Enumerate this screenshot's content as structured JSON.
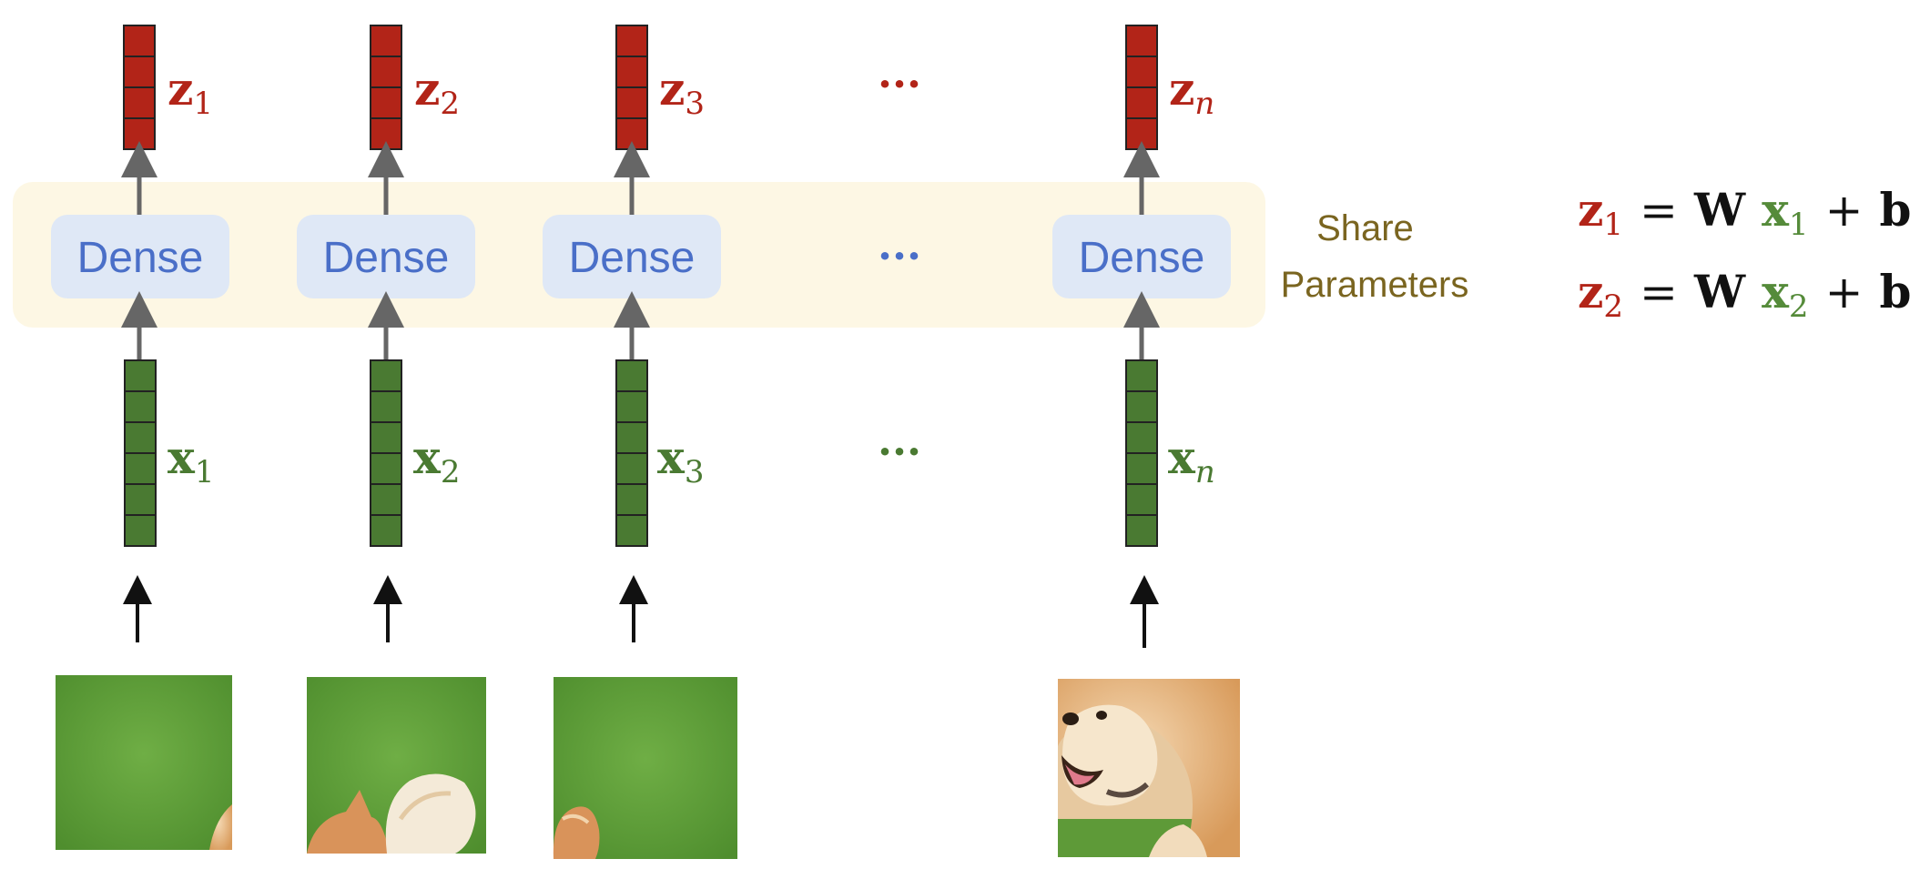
{
  "colors": {
    "red": "#b22418",
    "green": "#4a7a32",
    "green_text": "#558b3a",
    "dense_fill": "#dfe8f6",
    "dense_text": "#4a6fc8",
    "band": "#fdf7e4",
    "arrow_gray": "#666666",
    "share_text": "#7a6520",
    "black": "#111111"
  },
  "columns": [
    {
      "z": {
        "base": "z",
        "sub": "1"
      },
      "x": {
        "base": "x",
        "sub": "1"
      },
      "dense_label": "Dense",
      "image": "grass-patch-with-tail-edge"
    },
    {
      "z": {
        "base": "z",
        "sub": "2"
      },
      "x": {
        "base": "x",
        "sub": "2"
      },
      "dense_label": "Dense",
      "image": "grass-patch-with-fluffy-tail"
    },
    {
      "z": {
        "base": "z",
        "sub": "3"
      },
      "x": {
        "base": "x",
        "sub": "3"
      },
      "dense_label": "Dense",
      "image": "grass-patch-with-paw"
    },
    {
      "z": {
        "base": "z",
        "sub": "n"
      },
      "x": {
        "base": "x",
        "sub": "n"
      },
      "dense_label": "Dense",
      "image": "shiba-dog-face"
    }
  ],
  "ellipsis": "···",
  "share_label": [
    "Share",
    "Parameters"
  ],
  "equations": [
    {
      "z": "z",
      "z_sub": "1",
      "eq": "=",
      "W": "W",
      "x": "x",
      "x_sub": "1",
      "plus": "+",
      "b": "b"
    },
    {
      "z": "z",
      "z_sub": "2",
      "eq": "=",
      "W": "W",
      "x": "x",
      "x_sub": "2",
      "plus": "+",
      "b": "b"
    }
  ]
}
